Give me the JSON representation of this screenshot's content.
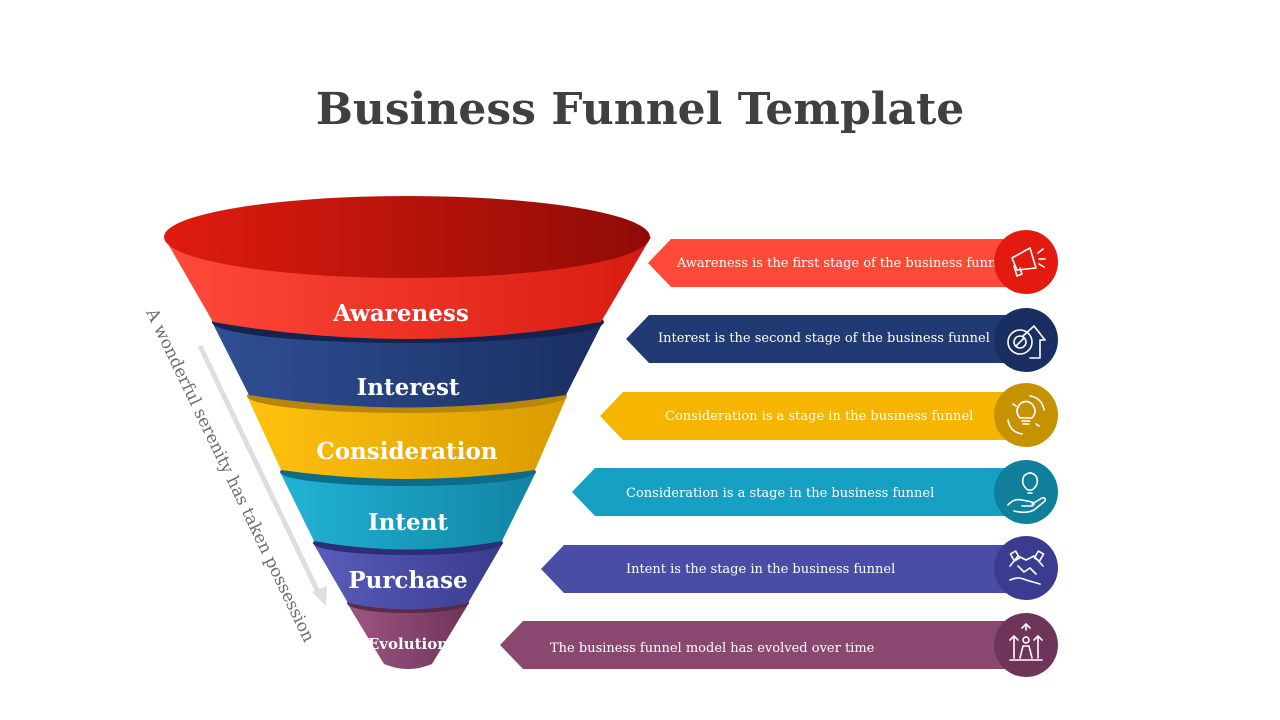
{
  "title": "Business Funnel Template",
  "side_caption": "A wonderful serenity has taken possession",
  "stages": [
    {
      "label": "Awareness",
      "description": "Awareness is the first stage of the business funnel",
      "icon": "megaphone-icon",
      "color": "#e8281b"
    },
    {
      "label": "Interest",
      "description": "Interest is the second stage of the business funnel",
      "icon": "growth-target-icon",
      "color": "#213a73"
    },
    {
      "label": "Consideration",
      "description": "Consideration is a stage in the business funnel",
      "icon": "idea-cycle-icon",
      "color": "#f6b500"
    },
    {
      "label": "Intent",
      "description": "Consideration is a stage in the business funnel",
      "icon": "hand-lightbulb-icon",
      "color": "#16a1c4"
    },
    {
      "label": "Purchase",
      "description": "Intent is the stage in the business funnel",
      "icon": "handshake-icon",
      "color": "#4a4da6"
    },
    {
      "label": "Evolution",
      "description": "The business funnel model has evolved over time",
      "icon": "growth-person-icon",
      "color": "#8a4870"
    }
  ]
}
